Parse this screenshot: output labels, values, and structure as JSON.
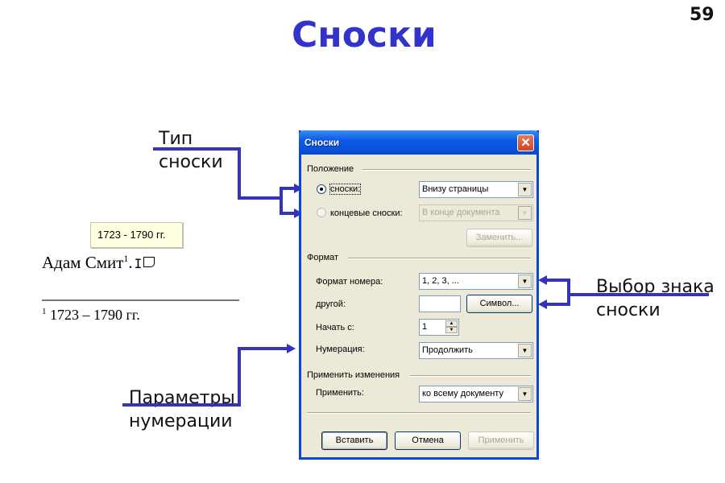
{
  "slide": {
    "title": "Сноски",
    "page_number": "59",
    "accent_color": "#3333cc"
  },
  "callouts": {
    "type": {
      "line1": "Тип",
      "line2": "сноски"
    },
    "symbol": {
      "line1": "Выбор знака",
      "line2": "сноски"
    },
    "numbering": {
      "line1": "Параметры",
      "line2": "нумерации"
    }
  },
  "document": {
    "tooltip": "1723 - 1790 гг.",
    "body_text": "Адам Смит",
    "footnote_ref": "1",
    "after_ref": ".",
    "footnote_number": "1",
    "footnote_text": " 1723 – 1790 гг."
  },
  "dialog": {
    "title": "Сноски",
    "close_icon": "close-icon",
    "position_group": {
      "label": "Положение",
      "footnotes_radio": {
        "label": "сноски:",
        "checked": true,
        "select_value": "Внизу страницы"
      },
      "endnotes_radio": {
        "label": "концевые сноски:",
        "checked": false,
        "select_value": "В конце документа"
      },
      "convert_button": "Заменить..."
    },
    "format_group": {
      "label": "Формат",
      "number_format": {
        "label": "Формат номера:",
        "value": "1, 2, 3, ..."
      },
      "custom_mark": {
        "label": "другой:",
        "value": "",
        "symbol_button": "Символ..."
      },
      "start_at": {
        "label": "Начать с:",
        "value": "1"
      },
      "numbering": {
        "label": "Нумерация:",
        "value": "Продолжить"
      }
    },
    "apply_group": {
      "label": "Применить изменения",
      "apply_to": {
        "label": "Применить:",
        "value": "ко всему документу"
      }
    },
    "buttons": {
      "insert": "Вставить",
      "cancel": "Отмена",
      "apply": "Применить"
    }
  }
}
